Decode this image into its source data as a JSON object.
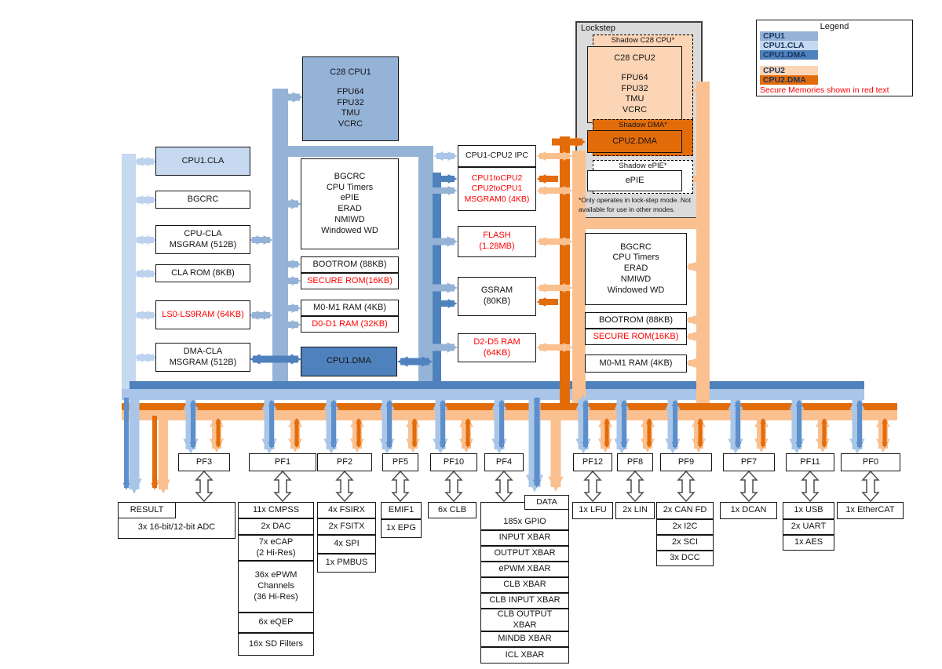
{
  "palette": {
    "cpu1_blue": "#95B3D7",
    "cpu1_cla_blue": "#C6D9F1",
    "cpu1_dma_blue": "#4F81BD",
    "cpu2_orange": "#FBD5B5",
    "cpu2_dma_orange": "#E36C0A",
    "bus_light_orange": "#FAC090",
    "lockstep_gray": "#DBDBDB",
    "secure_red": "#FF0000"
  },
  "legend": {
    "title": "Legend",
    "items": [
      {
        "label": "CPU1",
        "color": "#95B3D7"
      },
      {
        "label": "CPU1.CLA",
        "color": "#C6D9F1"
      },
      {
        "label": "CPU1.DMA",
        "color": "#4F81BD"
      },
      {
        "label": "CPU2",
        "color": "#FBD5B5"
      },
      {
        "label": "CPU2.DMA",
        "color": "#E36C0A"
      }
    ],
    "note": "Secure Memories shown in red text"
  },
  "cpu1": {
    "title": "C28 CPU1",
    "features": [
      "FPU64",
      "FPU32",
      "TMU",
      "VCRC"
    ]
  },
  "left": {
    "cla": "CPU1.CLA",
    "bgcrc": "BGCRC",
    "cpu_cla_msgram": "CPU-CLA MSGRAM (512B)",
    "cla_rom": "CLA ROM (8KB)",
    "ls_ram": "LS0-LS9RAM (64KB)",
    "dma_cla_msgram": "DMA-CLA MSGRAM (512B)"
  },
  "center": {
    "misc": [
      "BGCRC",
      "CPU Timers",
      "ePIE",
      "ERAD",
      "NMIWD",
      "Windowed WD"
    ],
    "bootrom": "BOOTROM (88KB)",
    "secure_rom": "SECURE ROM(16KB)",
    "m0m1": "M0-M1 RAM (4KB)",
    "d0d1": "D0-D1 RAM (32KB)",
    "dma": "CPU1.DMA"
  },
  "shared": {
    "ipc": "CPU1-CPU2 IPC",
    "msgram0": [
      "CPU1toCPU2",
      "CPU2toCPU1",
      "MSGRAM0 (4KB)"
    ],
    "flash": [
      "FLASH",
      "(1.28MB)"
    ],
    "gsram": [
      "GSRAM",
      "(80KB)"
    ],
    "d2d5": [
      "D2-D5 RAM",
      "(64KB)"
    ]
  },
  "lockstep": {
    "title": "Lockstep",
    "shadow_cpu": "Shadow C28 CPU*",
    "cpu2_title": "C28 CPU2",
    "cpu2_features": [
      "FPU64",
      "FPU32",
      "TMU",
      "VCRC"
    ],
    "shadow_dma": "Shadow DMA*",
    "cpu2_dma": "CPU2.DMA",
    "shadow_epie": "Shadow ePIE*",
    "epie": "ePIE",
    "note_line1": "*Only operates in lock-step mode. Not",
    "note_line2": "available for use in other modes."
  },
  "right": {
    "misc": [
      "BGCRC",
      "CPU Timers",
      "ERAD",
      "NMIWD",
      "Windowed WD"
    ],
    "bootrom": "BOOTROM (88KB)",
    "secure_rom": "SECURE ROM(16KB)",
    "m0m1": "M0-M1 RAM (4KB)"
  },
  "pf": {
    "pf3": "PF3",
    "pf1": "PF1",
    "pf2": "PF2",
    "pf5": "PF5",
    "pf10": "PF10",
    "pf4": "PF4",
    "pf12": "PF12",
    "pf8": "PF8",
    "pf9": "PF9",
    "pf7": "PF7",
    "pf11": "PF11",
    "pf0": "PF0"
  },
  "peripherals": {
    "adc": {
      "result": "RESULT",
      "label": "3x 16-bit/12-bit ADC"
    },
    "pf1": {
      "cmpss": "11x CMPSS",
      "dac": "2x DAC",
      "ecap": [
        "7x eCAP",
        "(2 Hi-Res)"
      ],
      "epwm": [
        "36x ePWM",
        "Channels",
        "(36 Hi-Res)"
      ],
      "eqep": "6x eQEP",
      "sd": "16x SD Filters"
    },
    "pf2": {
      "fsirx": "4x FSIRX",
      "fsitx": "2x FSITX",
      "spi": "4x SPI",
      "pmbus": "1x PMBUS"
    },
    "pf5": {
      "emif": "EMIF1",
      "epg": "1x EPG"
    },
    "pf10": {
      "clb": "6x CLB"
    },
    "pf4": {
      "data": "DATA",
      "gpio": "185x GPIO",
      "rows": [
        "INPUT XBAR",
        "OUTPUT XBAR",
        "ePWM XBAR",
        "CLB XBAR",
        "CLB INPUT XBAR"
      ],
      "clb_out": [
        "CLB OUTPUT",
        "XBAR"
      ],
      "rows2": [
        "MINDB XBAR",
        "ICL XBAR"
      ]
    },
    "pf12": {
      "lfu": "1x LFU"
    },
    "pf8": {
      "lin": "2x LIN"
    },
    "pf9": {
      "canfd": "2x CAN FD",
      "i2c": "2x I2C",
      "sci": "2x SCI",
      "dcc": "3x DCC"
    },
    "pf7": {
      "dcan": "1x DCAN"
    },
    "pf11": {
      "usb": "1x USB",
      "uart": "2x UART",
      "aes": "1x AES"
    },
    "pf0": {
      "ethercat": "1x EtherCAT"
    }
  }
}
